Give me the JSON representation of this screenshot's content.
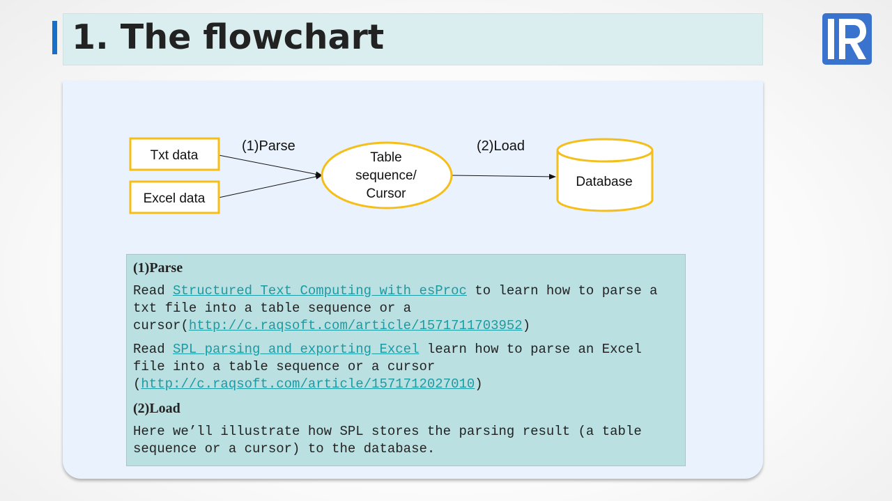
{
  "header": {
    "title": "1. The flowchart"
  },
  "logo": {
    "icon": "raqsoft-r-logo-icon",
    "color": "#3a73cd"
  },
  "colors": {
    "accent": "#1670c9",
    "node_border": "#f5be18",
    "link": "#1a9ba3"
  },
  "diagram": {
    "nodes": {
      "txt": "Txt data",
      "excel": "Excel data",
      "table_line1": "Table",
      "table_line2": "sequence/",
      "table_line3": "Cursor",
      "database": "Database"
    },
    "edges": {
      "parse": "(1)Parse",
      "load": "(2)Load"
    }
  },
  "notes": {
    "parse_heading": "(1)Parse",
    "p1": {
      "prefix": "Read ",
      "link": "Structured Text Computing with esProc",
      "middle": " to learn how to parse a txt file into a table sequence or a cursor(",
      "url": "http://c.raqsoft.com/article/1571711703952",
      "suffix": ")"
    },
    "p2": {
      "prefix": "Read ",
      "link": "SPL parsing and exporting Excel",
      "middle": " learn how to parse an Excel file into a table sequence or a cursor (",
      "url": "http://c.raqsoft.com/article/1571712027010",
      "suffix": ")"
    },
    "load_heading": "(2)Load",
    "p3": "Here we’ll illustrate how SPL stores the parsing result (a table sequence or a cursor) to the database."
  }
}
